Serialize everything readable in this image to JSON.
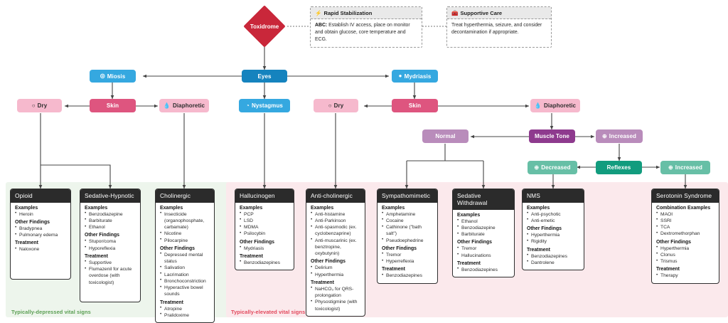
{
  "diagram": {
    "title": "Toxidrome",
    "root": {
      "label": "Toxidrome"
    },
    "panels": [
      {
        "key": "depressed",
        "label": "Typically-depressed vital signs",
        "color": "#5a9e52",
        "bg": "#edf5ec"
      },
      {
        "key": "elevated",
        "label": "Typically-elevated vital signs",
        "color": "#e2485c",
        "bg": "#fbe9ec"
      }
    ],
    "info_boxes": [
      {
        "icon": "lightning-icon",
        "icon_glyph": "⚡",
        "title": "Rapid Stabilization",
        "lead": "ABC:",
        "body": " Establish IV access, place on monitor and obtain glucose, core temperature and ECG."
      },
      {
        "icon": "first-aid-kit-icon",
        "icon_glyph": "🧰",
        "title": "Supportive Care",
        "lead": "",
        "body": "Treat hyperthermia, seizure, and consider decontamination if appropriate."
      }
    ],
    "nodes": [
      {
        "id": "eyes",
        "label": "Eyes",
        "icon": "",
        "icon_glyph": ""
      },
      {
        "id": "miosis",
        "label": "Miosis",
        "icon": "constricted-pupil-icon",
        "icon_glyph": "◎"
      },
      {
        "id": "mydriasis",
        "label": "Mydriasis",
        "icon": "dilated-pupil-icon",
        "icon_glyph": "●"
      },
      {
        "id": "nystagmus",
        "label": "Nystagmus",
        "icon": "nystagmus-eye-icon",
        "icon_glyph": "◔"
      },
      {
        "id": "skin_left",
        "label": "Skin",
        "icon": "",
        "icon_glyph": ""
      },
      {
        "id": "skin_right",
        "label": "Skin",
        "icon": "",
        "icon_glyph": ""
      },
      {
        "id": "dry_left",
        "label": "Dry",
        "icon": "dry-circle-icon",
        "icon_glyph": "○"
      },
      {
        "id": "dry_right",
        "label": "Dry",
        "icon": "dry-circle-icon",
        "icon_glyph": "○"
      },
      {
        "id": "diaph_left",
        "label": "Diaphoretic",
        "icon": "water-drop-icon",
        "icon_glyph": "💧"
      },
      {
        "id": "diaph_right",
        "label": "Diaphoretic",
        "icon": "water-drop-icon",
        "icon_glyph": "💧"
      },
      {
        "id": "tone",
        "label": "Muscle Tone",
        "icon": "",
        "icon_glyph": ""
      },
      {
        "id": "tone_normal",
        "label": "Normal",
        "icon": "",
        "icon_glyph": ""
      },
      {
        "id": "tone_incr",
        "label": "Increased",
        "icon": "arrow-up-circle-icon",
        "icon_glyph": "⊕"
      },
      {
        "id": "reflexes",
        "label": "Reflexes",
        "icon": "",
        "icon_glyph": ""
      },
      {
        "id": "refl_decr",
        "label": "Decreased",
        "icon": "arrow-down-circle-icon",
        "icon_glyph": "⊕"
      },
      {
        "id": "refl_incr",
        "label": "Increased",
        "icon": "arrow-up-circle-icon",
        "icon_glyph": "⊕"
      }
    ],
    "cards": [
      {
        "id": "opioid",
        "title": "Opioid",
        "panel": "depressed",
        "sections": [
          {
            "heading": "Examples",
            "items": [
              "Heroin"
            ]
          },
          {
            "heading": "Other Findings",
            "items": [
              "Bradypnea",
              "Pulmonary edema"
            ]
          },
          {
            "heading": "Treatment",
            "items": [
              "Naloxone"
            ]
          }
        ]
      },
      {
        "id": "sedative-hypnotic",
        "title": "Sedative-Hypnotic",
        "panel": "depressed",
        "sections": [
          {
            "heading": "Examples",
            "items": [
              "Benzodiazepine",
              "Barbiturate",
              "Ethanol"
            ]
          },
          {
            "heading": "Other Findings",
            "items": [
              "Stupor/coma",
              "Hyporeflexia"
            ]
          },
          {
            "heading": "Treatment",
            "items": [
              "Supportive",
              "Flumazenil for acute overdose (with toxicologist)"
            ]
          }
        ]
      },
      {
        "id": "cholinergic",
        "title": "Cholinergic",
        "panel": "depressed",
        "sections": [
          {
            "heading": "Examples",
            "items": [
              "Insecticide (organophosphate, carbamate)",
              "Nicotine",
              "Pilocarpine"
            ]
          },
          {
            "heading": "Other Findings",
            "items": [
              "Depressed mental status",
              "Salivation",
              "Lacrimation",
              "Bronchoconstriction",
              "Hyperactive bowel sounds"
            ]
          },
          {
            "heading": "Treatment",
            "items": [
              "Atropine",
              "Pralidoxime"
            ]
          }
        ]
      },
      {
        "id": "hallucinogen",
        "title": "Hallucinogen",
        "panel": "elevated",
        "sections": [
          {
            "heading": "Examples",
            "items": [
              "PCP",
              "LSD",
              "MDMA",
              "Psilocybin"
            ]
          },
          {
            "heading": "Other Findings",
            "items": [
              "Mydriasis"
            ]
          },
          {
            "heading": "Treatment",
            "items": [
              "Benzodiazepines"
            ]
          }
        ]
      },
      {
        "id": "anti-cholinergic",
        "title": "Anti-cholinergic",
        "panel": "elevated",
        "sections": [
          {
            "heading": "Examples",
            "items": [
              "Anti-histamine",
              "Anti-Parkinson",
              "Anti-spasmodic (ex. cyclobenzaprine)",
              "Anti-muscarinic (ex. benztropine, oxybutynin)"
            ]
          },
          {
            "heading": "Other Findings",
            "items": [
              "Delirium",
              "Hyperthermia"
            ]
          },
          {
            "heading": "Treatment",
            "items": [
              "NaHCO₃ for QRS-prolongation",
              "Physostigmine (with toxicologist)"
            ]
          }
        ]
      },
      {
        "id": "sympathomimetic",
        "title": "Sympathomimetic",
        "panel": "elevated",
        "sections": [
          {
            "heading": "Examples",
            "items": [
              "Amphetamine",
              "Cocaine",
              "Cathinone (\"bath salt\")",
              "Pseudoephedrine"
            ]
          },
          {
            "heading": "Other Findings",
            "items": [
              "Tremor",
              "Hyperreflexia"
            ]
          },
          {
            "heading": "Treatment",
            "items": [
              "Benzodiazepines"
            ]
          }
        ]
      },
      {
        "id": "sedative-withdrawal",
        "title": "Sedative Withdrawal",
        "panel": "elevated",
        "sections": [
          {
            "heading": "Examples",
            "items": [
              "Ethanol",
              "Benzodiazepine",
              "Barbiturate"
            ]
          },
          {
            "heading": "Other Findings",
            "items": [
              "Tremor",
              "Hallucinations"
            ]
          },
          {
            "heading": "Treatment",
            "items": [
              "Benzodiazepines"
            ]
          }
        ]
      },
      {
        "id": "nms",
        "title": "NMS",
        "panel": "elevated",
        "sections": [
          {
            "heading": "Examples",
            "items": [
              "Anti-psychotic",
              "Anti-emetic"
            ]
          },
          {
            "heading": "Other Findings",
            "items": [
              "Hyperthermia",
              "Rigidity"
            ]
          },
          {
            "heading": "Treatment",
            "items": [
              "Benzodiazepines",
              "Dantrolene"
            ]
          }
        ]
      },
      {
        "id": "serotonin-syndrome",
        "title": "Serotonin Syndrome",
        "panel": "elevated",
        "sections": [
          {
            "heading": "Combination Examples",
            "items": [
              "MAOI",
              "SSRI",
              "TCA",
              "Dextromethorphan"
            ]
          },
          {
            "heading": "Other Findings",
            "items": [
              "Hyperthermia",
              "Clonus",
              "Trismus"
            ]
          },
          {
            "heading": "Treatment",
            "items": [
              "Therapy"
            ]
          }
        ]
      }
    ]
  }
}
